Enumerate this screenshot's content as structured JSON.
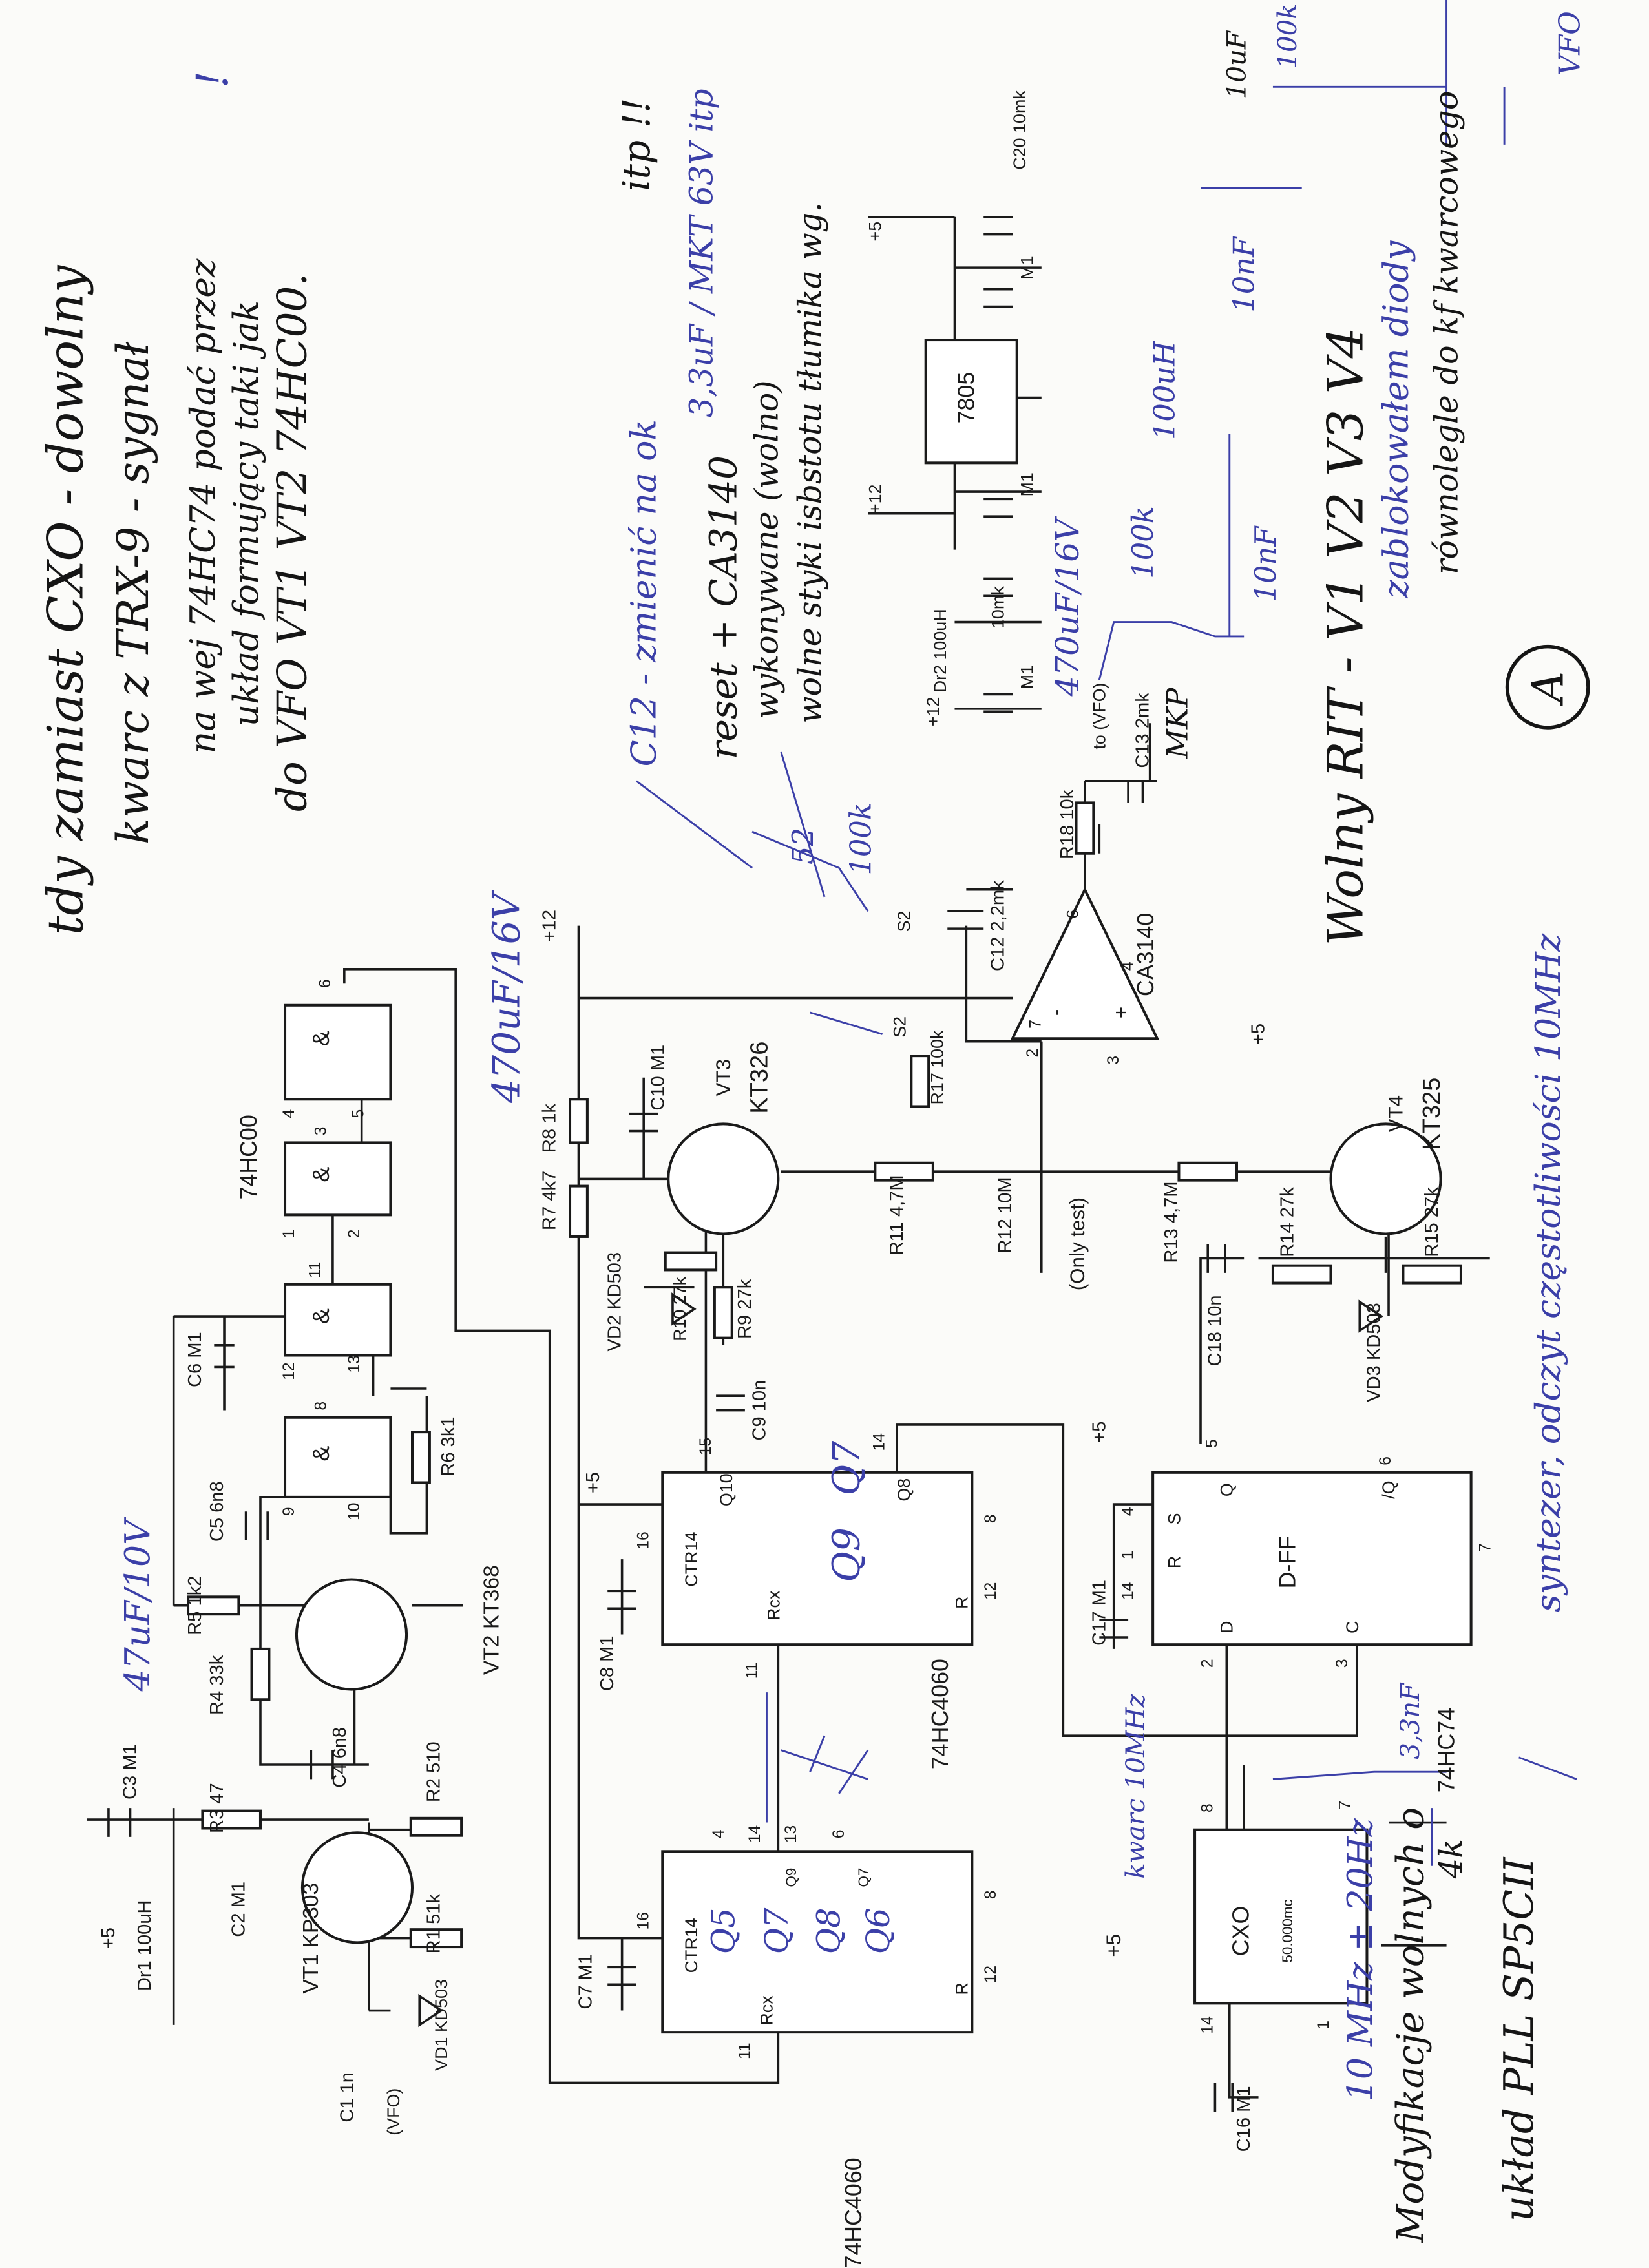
{
  "colors": {
    "ink": "#1a1a1a",
    "pen_blue": "#3b3fa8",
    "paper": "#fbfbf9"
  },
  "ics": {
    "gate": "&",
    "hc00": "74HC00",
    "ctr14": "CTR14",
    "q10": "Q10",
    "q8": "Q8",
    "rcx": "Rcx",
    "r": "R",
    "q9": "Q9",
    "q7": "Q7",
    "hc4060": "74HC4060",
    "dff": "D-FF",
    "s": "S",
    "rr": "R",
    "d": "D",
    "c": "C",
    "q": "Q",
    "nq": "/Q",
    "hc74": "74HC74",
    "cxo": "CXO",
    "cxo_freq": "50.000mc",
    "reg": "7805",
    "opamp": "CA3140",
    "minus": "-",
    "plus": "+"
  },
  "pins": {
    "p1": "1",
    "p2": "2",
    "p3": "3",
    "p4": "4",
    "p5": "5",
    "p6": "6",
    "p7": "7",
    "p8": "8",
    "p9": "9",
    "p10": "10",
    "p11": "11",
    "p12": "12",
    "p13": "13",
    "p14": "14",
    "p15": "15",
    "p16": "16"
  },
  "parts": {
    "c3": "C3 M1",
    "r3": "R3 47",
    "c4": "C4 6n8",
    "r2": "R2 510",
    "vt2": "VT2 KT368",
    "c2": "C2 M1",
    "vt1": "VT1 KP303",
    "r1": "R1 51k",
    "dr1": "Dr1 100uH",
    "p5": "+5",
    "vd1": "VD1 KD503",
    "c1": "C1 1n",
    "vfo": "(VFO)",
    "r4": "R4 33k",
    "r5": "R5 1k2",
    "c5": "C5 6n8",
    "c6": "C6 M1",
    "r6": "R6 3k1",
    "c7": "C7 M1",
    "c8": "C8 M1",
    "c9": "C9 10n",
    "r9": "R9 27k",
    "r10": "R10 27k",
    "vd2": "VD2 KD503",
    "r7": "R7 4k7",
    "r8": "R8 1k",
    "c10": "C10 M1",
    "vt3": "VT3",
    "kt326": "KT326",
    "r11": "R11 4,7M",
    "r12": "R12 10M",
    "only_test": "(Only test)",
    "r13": "R13 4,7M",
    "c18": "C18 10n",
    "r14": "R14 27k",
    "r15": "R15 27k",
    "vd3": "VD3 KD503",
    "vt4": "VT4",
    "kt325": "KT325",
    "r17": "R17 100k",
    "s2": "S2",
    "c12": "C12 2,2mk",
    "r18": "R18 10k",
    "to_vfo": "to (VFO)",
    "c13": "C13 2mk",
    "p12": "+12",
    "dr2": "Dr2 100uH",
    "m1": "M1",
    "c10mk": "10mk",
    "c20": "C20 10mk",
    "c17": "C17 M1",
    "c16": "C16 M1"
  },
  "notes": {
    "n1": "tdy zamiast CXO - dowolny",
    "n2": "kwarc z TRX-9 - sygnał",
    "n3": "na wej 74HC74 podać przez",
    "n4": "układ formujący taki jak",
    "n5": "do VFO VT1 VT2 74HC00.",
    "reset": "reset + CA3140",
    "wyk": "wykonywane (wolno)",
    "wolne": "wolne styki isbstotu tłumika wg.",
    "itp": "itp !!",
    "c12note": "C12 - zmienić na ok",
    "c12val": "3,3uF / MKT 63V itp",
    "e47": "47uF/10V",
    "e470a": "470uF/16V",
    "e470b": "470uF/16V",
    "mkp": "MKP",
    "k100a": "100k",
    "uh100": "100uH",
    "nf10a": "10nF",
    "nf10b": "10nF",
    "k100b": "100k",
    "s52": "52",
    "q9": "Q9",
    "q7": "Q7",
    "q5b": "Q5",
    "q7b": "Q7",
    "q8b": "Q8",
    "q6b": "Q6",
    "kwarc": "kwarc 10MHz",
    "nf33": "3,3nF",
    "k4": "4k",
    "mhz10": "10 MHz ± 20Hz",
    "rit": "Wolny RIT - V1 V2 V3 V4",
    "zablok": "zablokowałem diody",
    "rown": "równolegle do kf kwarcowego",
    "synt": "syntezer, odczyt częstotliwości 10MHz",
    "mod": "Modyfikacje wolnych o",
    "pll": "układ PLL SP5CII",
    "vfo": "VFO",
    "k100c": "100k",
    "uf10": "10uF",
    "excl": "!",
    "mark": "A"
  }
}
